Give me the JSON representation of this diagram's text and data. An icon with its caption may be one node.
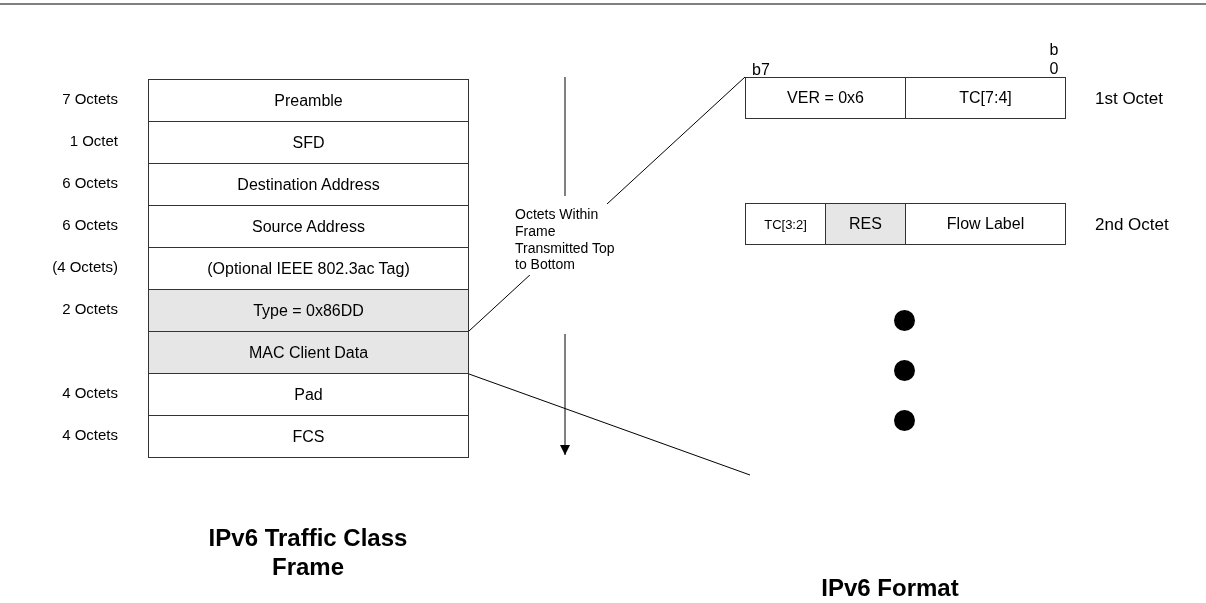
{
  "diagram": {
    "nodes": [
      {
        "text": [
          "Preamble"
        ],
        "beside": [
          "7 Octets"
        ]
      },
      {
        "text": [
          "SFD"
        ],
        "beside": [
          "1 Octet"
        ]
      },
      {
        "text": [
          "Destination Address"
        ],
        "beside": [
          "6 Octets"
        ]
      },
      {
        "text": [
          "Source Address"
        ],
        "beside": [
          "6 Octets"
        ]
      },
      {
        "text": [
          "(Optional IEEE 802.3ac Tag)"
        ],
        "beside": [
          "(4 Octets)"
        ]
      },
      {
        "text": [
          "Type = 0x86DD"
        ],
        "beside": [
          "2 Octets"
        ]
      },
      {
        "text": [
          "MAC Client Data"
        ]
      },
      {
        "text": [
          "Pad"
        ],
        "beside": [
          "4 Octets"
        ]
      },
      {
        "text": [
          "FCS"
        ],
        "beside": [
          "4 Octets"
        ]
      },
      {
        "text": [
          "VER = 0x6"
        ]
      },
      {
        "text": [
          "TC[7:4]"
        ]
      },
      {
        "text": [
          "TC[3:2]"
        ]
      },
      {
        "text": [
          "RES"
        ]
      },
      {
        "text": [
          "Flow Label"
        ]
      },
      {
        "text": [],
        "shape": "circle"
      },
      {
        "text": [],
        "shape": "circle"
      },
      {
        "text": [],
        "shape": "circle"
      }
    ],
    "edges": [
      {
        "from": 6,
        "to": 9,
        "arrow": "none"
      },
      {
        "from": 6,
        "to": null,
        "arrow": "none"
      }
    ],
    "labels": [
      "b7",
      "b 0",
      "1st Octet",
      "2nd Octet",
      "Octets Within Frame Transmitted Top to Bottom",
      "IPv6 Traffic Class Frame",
      "IPv6 Format"
    ]
  }
}
